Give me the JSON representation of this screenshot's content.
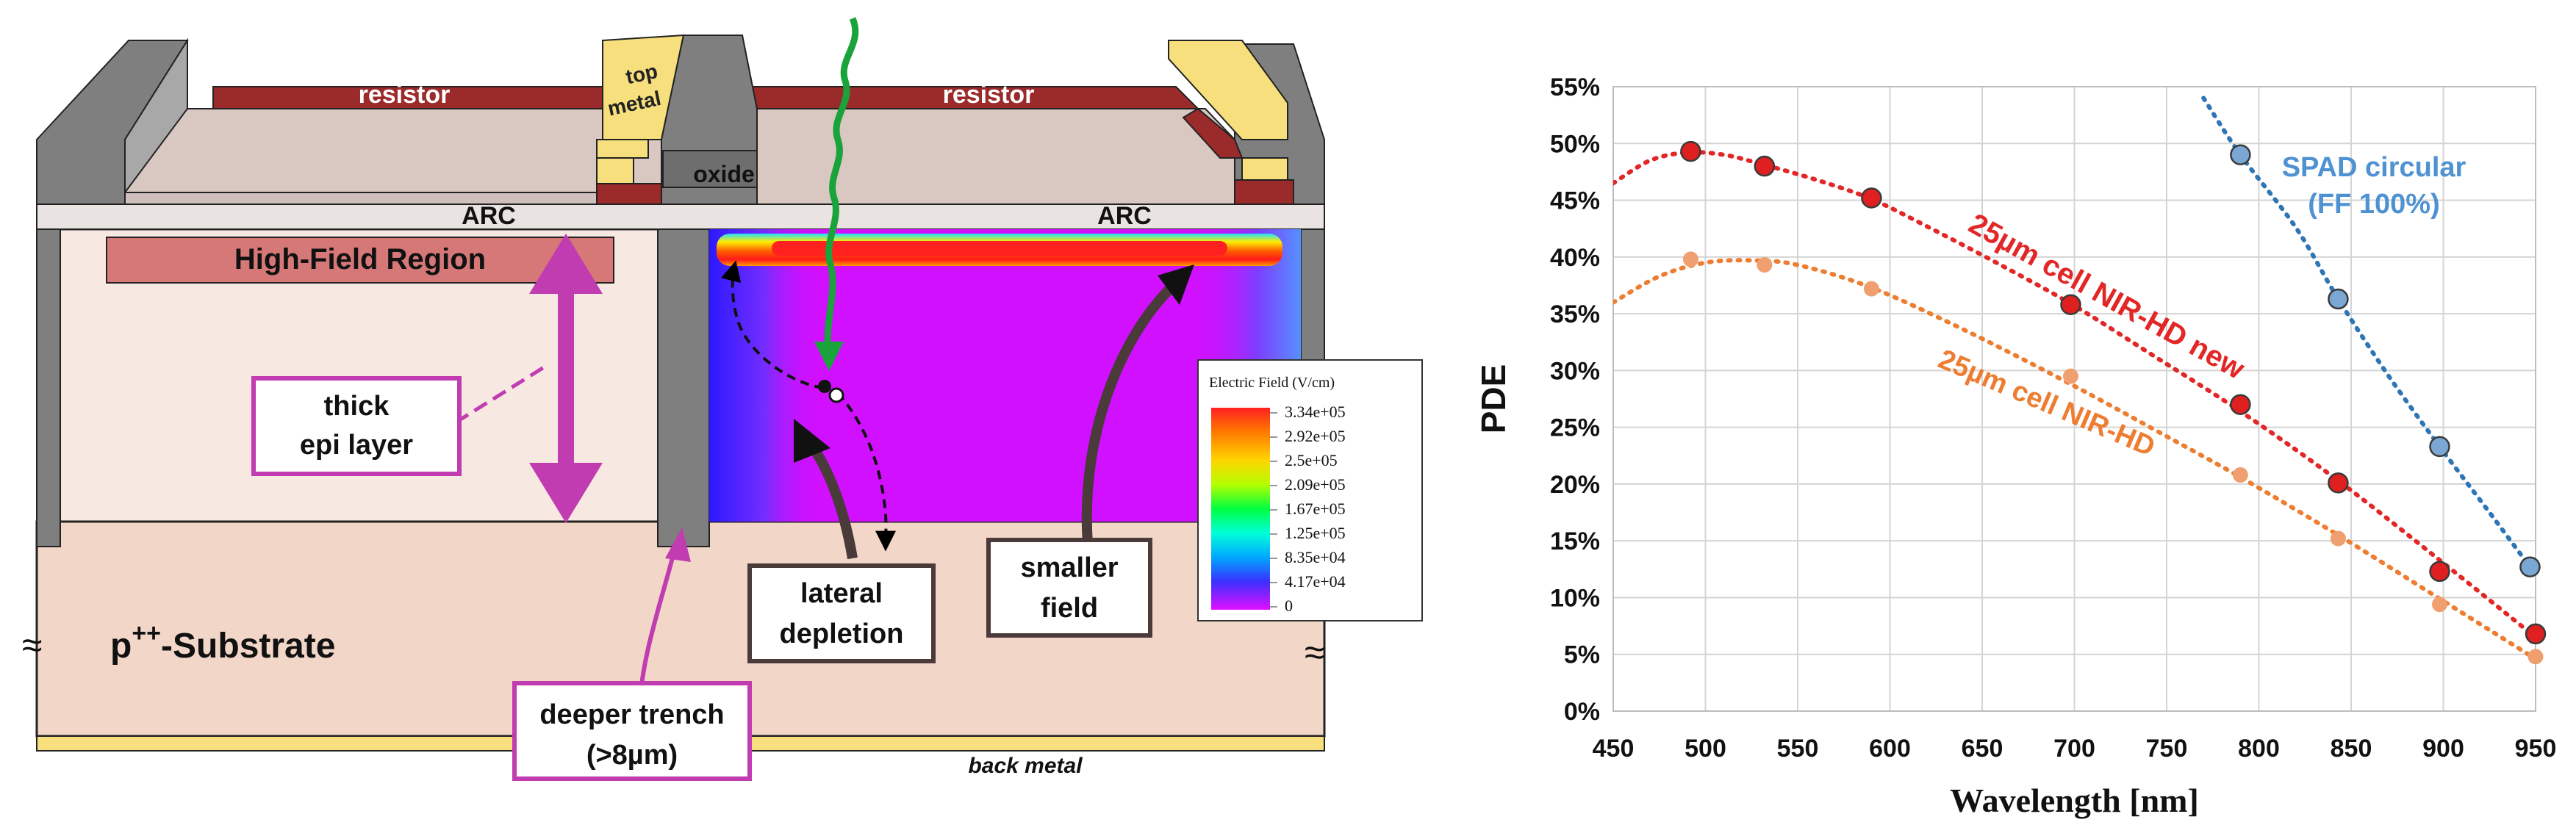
{
  "device": {
    "resistor_left": "resistor",
    "resistor_right": "resistor",
    "top_metal_line1": "top",
    "top_metal_line2": "metal",
    "oxide": "oxide",
    "arc_left": "ARC",
    "arc_right": "ARC",
    "high_field_region": "High-Field Region",
    "thick_epi_line1": "thick",
    "thick_epi_line2": "epi layer",
    "substrate": "p",
    "substrate_sup": "++",
    "substrate_suffix": "-Substrate",
    "deeper_trench_line1": "deeper trench",
    "deeper_trench_line2": "(>8µm)",
    "lateral_depletion_line1": "lateral",
    "lateral_depletion_line2": "depletion",
    "smaller_field_line1": "smaller",
    "smaller_field_line2": "field",
    "back_metal": "back metal",
    "break_left": "≈",
    "break_right": "≈",
    "colors": {
      "resistor": "#9b2a2a",
      "metal": "#f6df7c",
      "trench": "#7f7f7f",
      "epi": "#f7e8e2",
      "substrate": "#f2d7c8",
      "hfr": "#d67878",
      "callout_magenta": "#c13cb0",
      "callout_dark": "#4a3a3a",
      "photon": "#19a33a"
    }
  },
  "colorbar": {
    "title": "Electric Field (V/cm)",
    "labels": [
      "3.34e+05",
      "2.92e+05",
      "2.5e+05",
      "2.09e+05",
      "1.67e+05",
      "1.25e+05",
      "8.35e+04",
      "4.17e+04",
      "0"
    ]
  },
  "chart_data": {
    "type": "scatter",
    "xlabel": "Wavelength [nm]",
    "ylabel": "PDE",
    "xlim": [
      450,
      950
    ],
    "ylim": [
      0,
      55
    ],
    "xticks": [
      "450",
      "500",
      "550",
      "600",
      "650",
      "700",
      "750",
      "800",
      "850",
      "900",
      "950"
    ],
    "yticks": [
      "0%",
      "5%",
      "10%",
      "15%",
      "20%",
      "25%",
      "30%",
      "35%",
      "40%",
      "45%",
      "50%",
      "55%"
    ],
    "grid": true,
    "series": [
      {
        "name": "SPAD circular",
        "name_line2": "(FF 100%)",
        "color": "#2e75b6",
        "marker_fill": "#7aa7d4",
        "x": [
          790,
          843,
          898,
          947
        ],
        "y": [
          49,
          36.3,
          23.3,
          12.7
        ],
        "fit_x": [
          770,
          790,
          820,
          843,
          870,
          898,
          925,
          947
        ],
        "fit_y": [
          54,
          49,
          42.6,
          36.3,
          29.6,
          23.3,
          17.5,
          12.7
        ]
      },
      {
        "name": "25µm cell NIR-HD new",
        "color": "#e32626",
        "marker_fill": "#e02020",
        "x": [
          492,
          532,
          590,
          698,
          790,
          843,
          898,
          950
        ],
        "y": [
          49.3,
          48,
          45.2,
          35.8,
          27,
          20.1,
          12.3,
          6.8
        ],
        "fit_x": [
          450,
          470,
          490,
          510,
          530,
          560,
          590,
          620,
          660,
          700,
          740,
          790,
          843,
          898,
          950
        ],
        "fit_y": [
          46.5,
          48.5,
          49.2,
          49.0,
          48.2,
          46.8,
          45.1,
          42.7,
          39.3,
          35.7,
          31.6,
          26.4,
          20.3,
          13.3,
          6.5
        ]
      },
      {
        "name": "25µm cell NIR-HD",
        "color": "#ed7d31",
        "marker_fill": "#f0a070",
        "x": [
          492,
          532,
          590,
          698,
          790,
          843,
          898,
          950
        ],
        "y": [
          39.8,
          39.3,
          37.2,
          29.5,
          20.8,
          15.2,
          9.4,
          4.8
        ],
        "fit_x": [
          450,
          475,
          500,
          525,
          550,
          590,
          640,
          698,
          750,
          790,
          843,
          898,
          950
        ],
        "fit_y": [
          36,
          38.3,
          39.5,
          39.7,
          39.3,
          37.3,
          33.6,
          28.8,
          24.2,
          20.6,
          15.5,
          9.9,
          4.6
        ]
      }
    ]
  }
}
